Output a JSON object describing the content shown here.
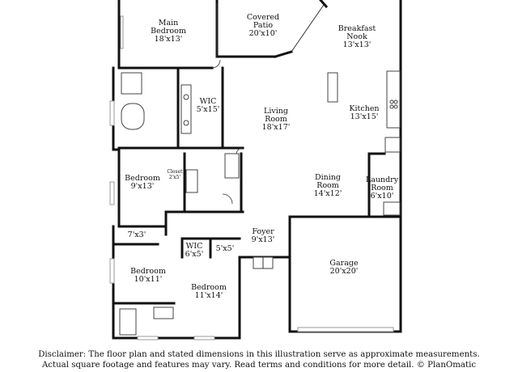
{
  "rooms": {
    "main_bedroom": {
      "name": "Main\nBedroom",
      "dims": "18'x13'"
    },
    "covered_patio": {
      "name": "Covered\nPatio",
      "dims": "20'x10'"
    },
    "breakfast_nook": {
      "name": "Breakfast\nNook",
      "dims": "13'x13'"
    },
    "wic_main": {
      "name": "WIC",
      "dims": "5'x15'"
    },
    "living_room": {
      "name": "Living\nRoom",
      "dims": "18'x17'"
    },
    "kitchen": {
      "name": "Kitchen",
      "dims": "13'x15'"
    },
    "bedroom_2": {
      "name": "Bedroom",
      "dims": "9'x13'"
    },
    "closet": {
      "name": "Closet",
      "dims": "2'x5'"
    },
    "dining_room": {
      "name": "Dining\nRoom",
      "dims": "14'x12'"
    },
    "laundry_room": {
      "name": "Laundry\nRoom",
      "dims": "6'x10'"
    },
    "small_space": {
      "name": "",
      "dims": "7'x3'"
    },
    "foyer": {
      "name": "Foyer",
      "dims": "9'x13'"
    },
    "wic_small": {
      "name": "WIC",
      "dims": "6'x5'"
    },
    "space_5x5": {
      "name": "",
      "dims": "5'x5'"
    },
    "bedroom_3": {
      "name": "Bedroom",
      "dims": "10'x11'"
    },
    "garage": {
      "name": "Garage",
      "dims": "20'x20'"
    },
    "bedroom_4": {
      "name": "Bedroom",
      "dims": "11'x14'"
    }
  },
  "disclaimer": {
    "line1": "Disclaimer: The floor plan and stated dimensions in this illustration serve as approximate measurements.",
    "line2": "Actual square footage and features may vary. Read terms and conditions for more detail. © PlanOmatic"
  }
}
